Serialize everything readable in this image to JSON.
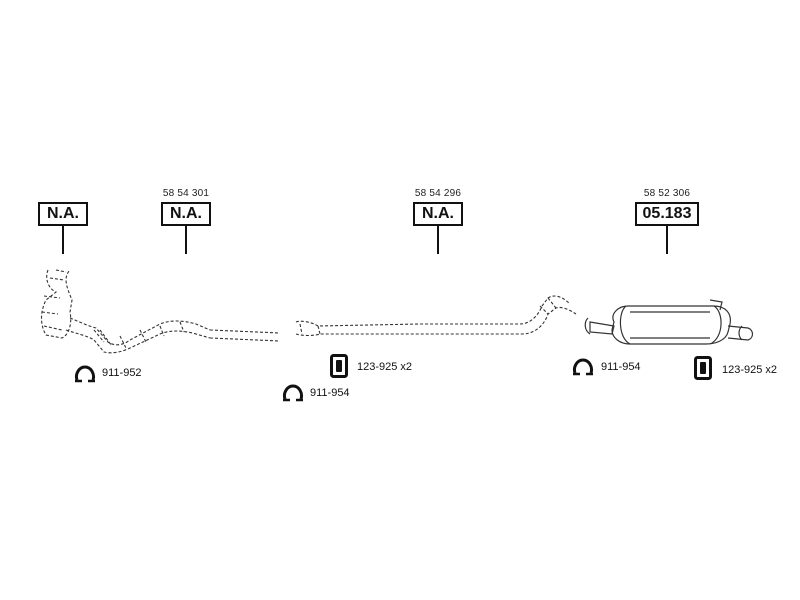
{
  "callouts": [
    {
      "ref": "",
      "box": "N.A."
    },
    {
      "ref": "58 54 301",
      "box": "N.A."
    },
    {
      "ref": "58 54 296",
      "box": "N.A."
    },
    {
      "ref": "58 52 306",
      "box": "05.183"
    }
  ],
  "parts": [
    {
      "icon": "clamp",
      "label": "911-952"
    },
    {
      "icon": "clamp",
      "label": "911-954"
    },
    {
      "icon": "rubber-mount",
      "label": "123-925 x2"
    },
    {
      "icon": "clamp",
      "label": "911-954"
    },
    {
      "icon": "rubber-mount",
      "label": "123-925 x2"
    }
  ]
}
